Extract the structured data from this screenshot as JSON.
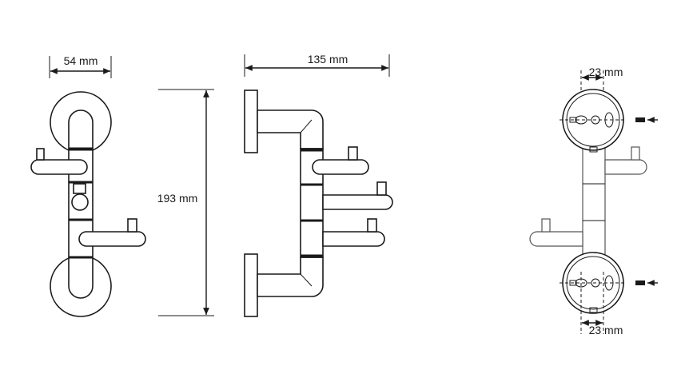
{
  "dimensions": {
    "width_label": "54 mm",
    "depth_label": "135 mm",
    "height_label": "193 mm",
    "hole_spacing_top_label": "23 mm",
    "hole_spacing_bottom_label": "23 mm"
  },
  "colors": {
    "line": "#1a1a1a",
    "background": "#ffffff"
  }
}
